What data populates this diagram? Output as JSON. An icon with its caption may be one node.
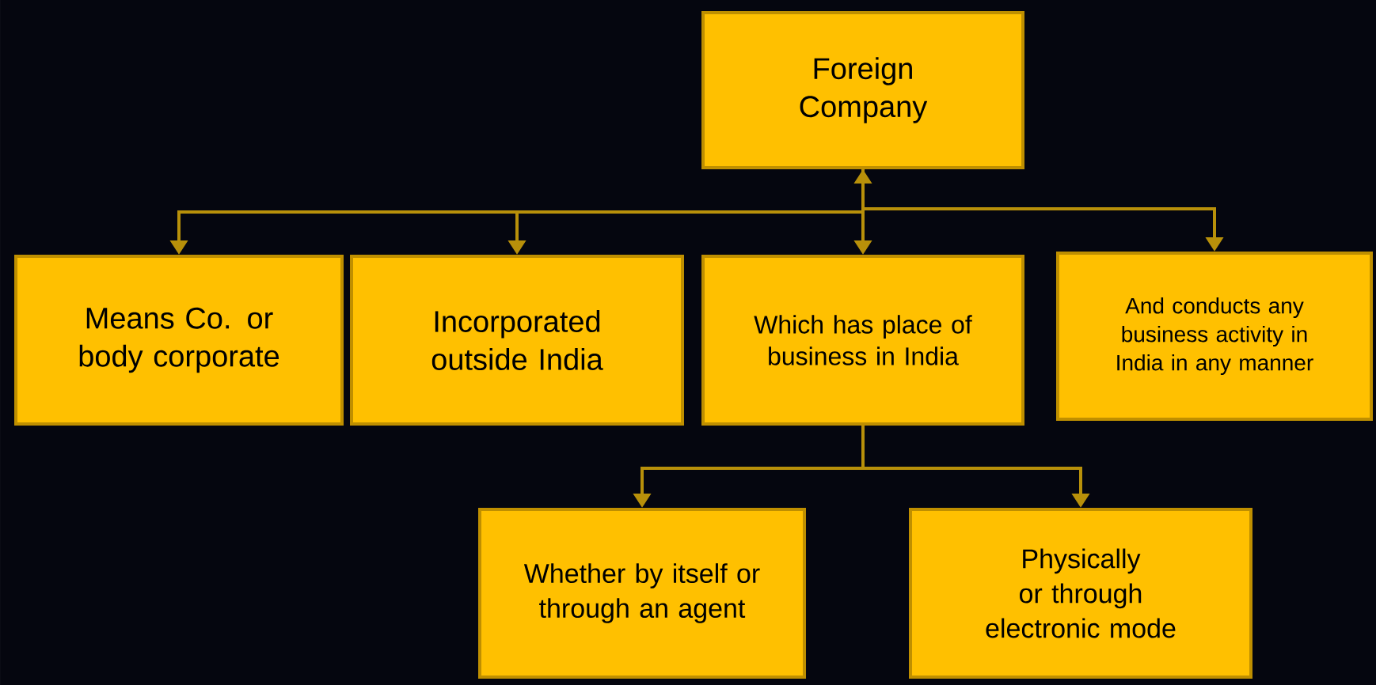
{
  "diagram": {
    "nodes": [
      {
        "text": [
          "Foreign Company"
        ]
      },
      {
        "text": [
          "Means Co. or body corporate"
        ]
      },
      {
        "text": [
          "Incorporated outside India"
        ]
      },
      {
        "text": [
          "Which has place of business in India"
        ]
      },
      {
        "text": [
          "And conducts any business activity in India in any manner"
        ]
      },
      {
        "text": [
          "Whether by itself or through an agent"
        ]
      },
      {
        "text": [
          "Physically or through electronic mode"
        ]
      }
    ],
    "edges": [
      {
        "from": 0,
        "to": 1,
        "arrow": "to"
      },
      {
        "from": 0,
        "to": 2,
        "arrow": "to"
      },
      {
        "from": 0,
        "to": 3,
        "arrow": "both"
      },
      {
        "from": 0,
        "to": 4,
        "arrow": "to"
      },
      {
        "from": 3,
        "to": 5,
        "arrow": "to"
      },
      {
        "from": 3,
        "to": 6,
        "arrow": "to"
      }
    ]
  }
}
